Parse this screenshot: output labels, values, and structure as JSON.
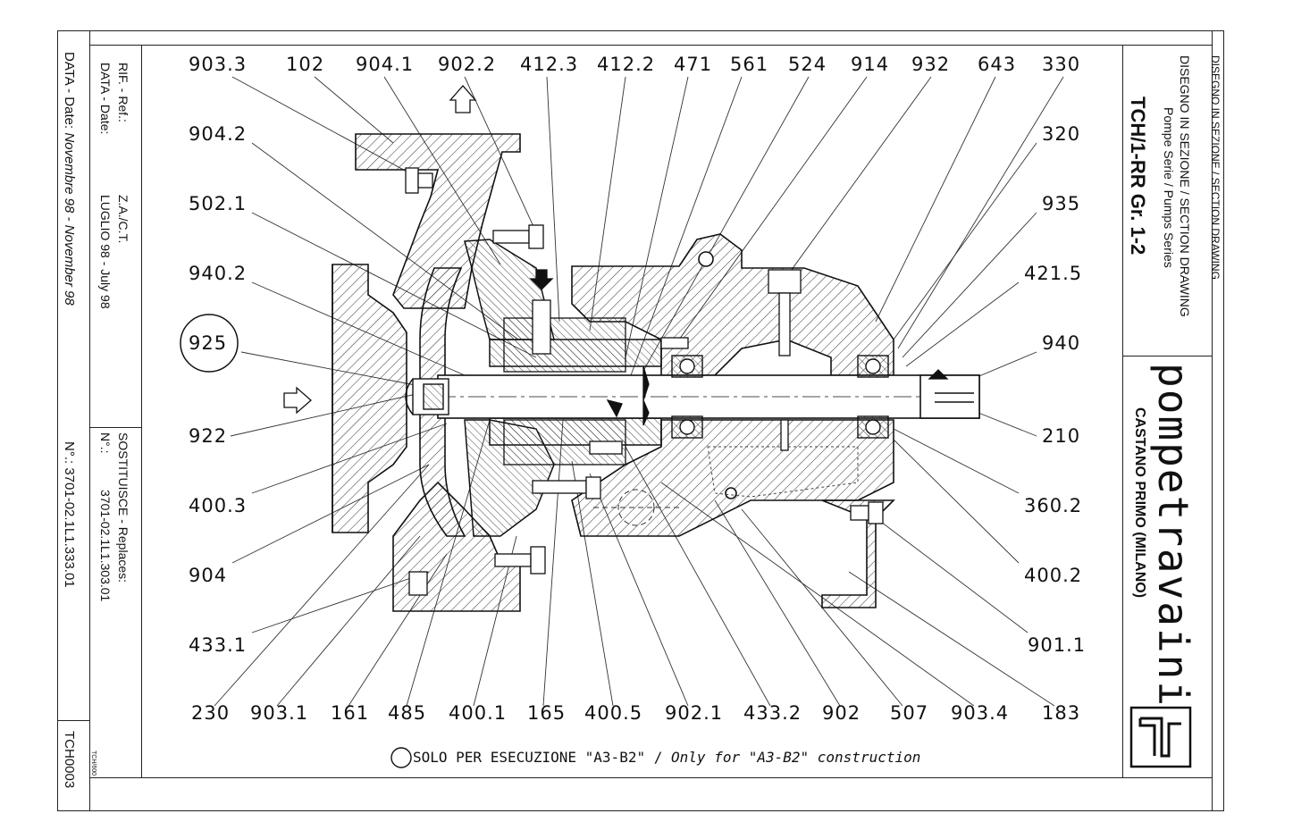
{
  "left_strip": {
    "date_label": "DATA - Date:",
    "date_value": "Novembre 98 - November 98",
    "number_label": "N°.:",
    "number_value": "3701-02.1L1.333.01",
    "code": "TCH0003",
    "tiny_code": "TCH/600"
  },
  "rev_strip": {
    "ref_label": "RIF. - Ref.:",
    "ref_value": "Z.A./C.T.",
    "date_label": "DATA - Date:",
    "date_value": "LUGLIO 98 - July 98",
    "replaces_label": "SOSTITUISCE - Replaces:",
    "replaces_value": "3701-02.1L1.303.01",
    "no_label": "N°.:"
  },
  "title_block": {
    "top_cut": "DISEGNO IN SEZIONE / SECTION DRAWING",
    "drawing_type": "DISEGNO IN SEZIONE / SECTION DRAWING",
    "series": "Pompe Serie / Pumps Series",
    "model": "TCH/1-RR   Gr. 1-2",
    "brand": "pompetravaini",
    "location": "CASTANO PRIMO (MILANO)"
  },
  "labels_top": [
    "903.3",
    "102",
    "904.1",
    "902.2",
    "412.3",
    "412.2",
    "471",
    "561",
    "524",
    "914",
    "932",
    "643",
    "330"
  ],
  "labels_left": [
    "904.2",
    "502.1",
    "940.2",
    "925",
    "922",
    "400.3",
    "904",
    "433.1"
  ],
  "labels_right": [
    "320",
    "935",
    "421.5",
    "940",
    "210",
    "360.2",
    "400.2",
    "901.1"
  ],
  "labels_bottom": [
    "230",
    "903.1",
    "161",
    "485",
    "400.1",
    "165",
    "400.5",
    "902.1",
    "433.2",
    "902",
    "507",
    "903.4",
    "183"
  ],
  "footnote": {
    "text_it": "SOLO PER ESECUZIONE \"A3-B2\"",
    "separator": "/",
    "text_en": "Only for \"A3-B2\" construction"
  }
}
